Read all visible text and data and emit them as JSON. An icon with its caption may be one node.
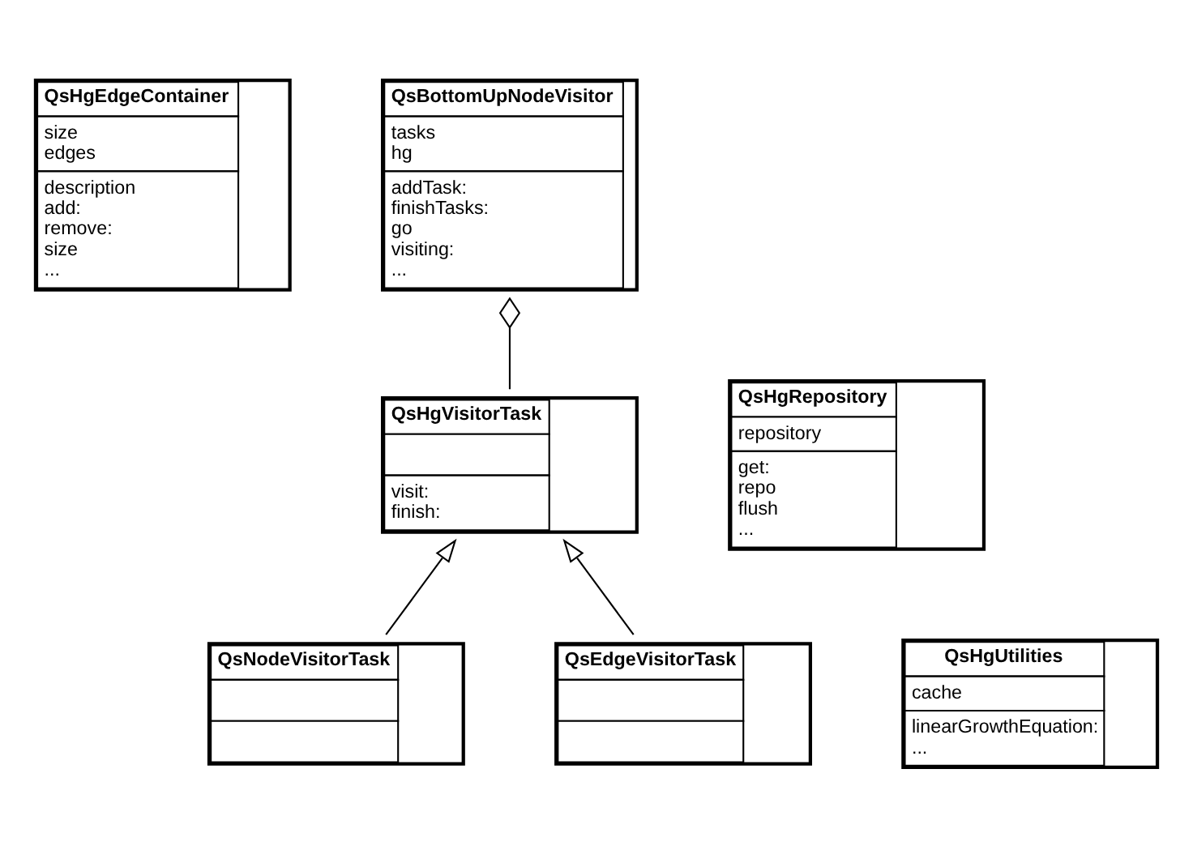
{
  "diagram": {
    "nodes": [
      {
        "text": [
          "QsHgEdgeContainer",
          "size edges",
          "description add: remove: size ..."
        ]
      },
      {
        "text": [
          "QsBottomUpNodeVisitor",
          "tasks hg",
          "addTask: finishTasks: go visiting: ..."
        ]
      },
      {
        "text": [
          "QsHgRepository",
          "repository",
          "get: repo flush ..."
        ]
      },
      {
        "text": [
          "QsHgVisitorTask",
          "visit: finish:"
        ]
      },
      {
        "text": [
          "QsHgUtilities",
          "cache",
          "linearGrowthEquation: ..."
        ]
      },
      {
        "text": [
          "QsNodeVisitorTask"
        ]
      },
      {
        "text": [
          "QsEdgeVisitorTask"
        ]
      }
    ],
    "edges": [
      {
        "from": 3,
        "to": 1,
        "arrow": "other"
      },
      {
        "from": 5,
        "to": 3,
        "arrow": "to"
      },
      {
        "from": 6,
        "to": 3,
        "arrow": "to"
      }
    ]
  }
}
